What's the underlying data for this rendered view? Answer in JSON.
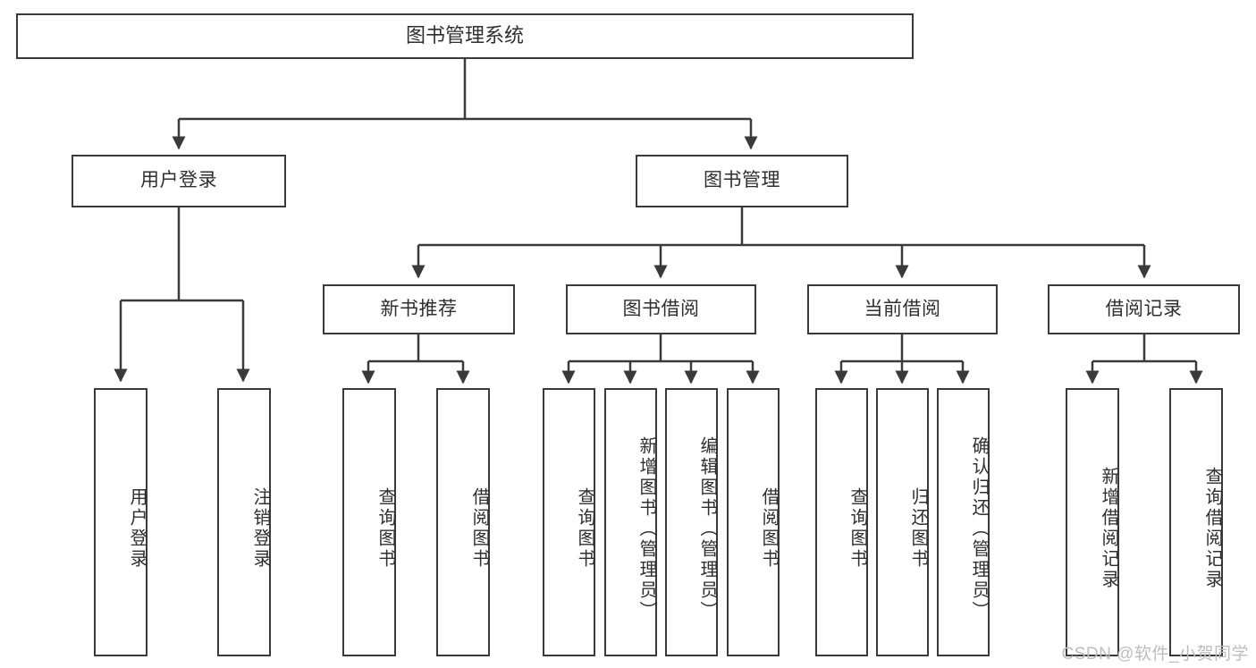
{
  "diagram": {
    "title": "图书管理系统",
    "type": "功能结构图",
    "stroke_color": "#3a3a3a",
    "text_color": "#2f2f2f",
    "background_color": "#ffffff",
    "watermark": "CSDN @软件_小贺同学",
    "nodes": {
      "root": {
        "label": "图书管理系统"
      },
      "level2": [
        {
          "id": "user-login",
          "label": "用户登录"
        },
        {
          "id": "book-manage",
          "label": "图书管理"
        }
      ],
      "level3": [
        {
          "id": "new-book-recommend",
          "label": "新书推荐"
        },
        {
          "id": "book-borrow",
          "label": "图书借阅"
        },
        {
          "id": "current-borrow",
          "label": "当前借阅"
        },
        {
          "id": "borrow-record",
          "label": "借阅记录"
        }
      ],
      "leaves": {
        "user_login": [
          {
            "id": "leaf-user-login",
            "label": "用户登录"
          },
          {
            "id": "leaf-logout-login",
            "label": "注销登录"
          }
        ],
        "new_book_recommend": [
          {
            "id": "leaf-query-book-1",
            "label": "查询图书"
          },
          {
            "id": "leaf-borrow-book-1",
            "label": "借阅图书"
          }
        ],
        "book_borrow": [
          {
            "id": "leaf-query-book-2",
            "label": "查询图书"
          },
          {
            "id": "leaf-add-book",
            "label": "新增图书（管理员）"
          },
          {
            "id": "leaf-edit-book",
            "label": "编辑图书（管理员）"
          },
          {
            "id": "leaf-borrow-book-2",
            "label": "借阅图书"
          }
        ],
        "current_borrow": [
          {
            "id": "leaf-query-book-3",
            "label": "查询图书"
          },
          {
            "id": "leaf-return-book",
            "label": "归还图书"
          },
          {
            "id": "leaf-confirm-return",
            "label": "确认归还（管理员）"
          }
        ],
        "borrow_record": [
          {
            "id": "leaf-add-record",
            "label": "新增借阅记录"
          },
          {
            "id": "leaf-query-record",
            "label": "查询借阅记录"
          }
        ]
      }
    }
  }
}
